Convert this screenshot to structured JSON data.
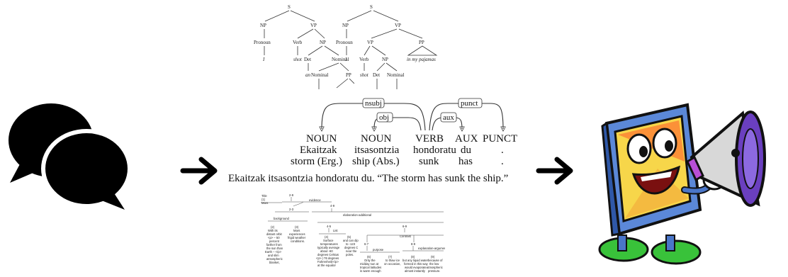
{
  "left_icon": "speech-bubbles-icon",
  "right_icon": "megaphone-computer-icon",
  "arrow_icon": "right-arrow-icon",
  "const_tree_1": {
    "S": "S",
    "NP": "NP",
    "VP": "VP",
    "Pronoun": "Pronoun",
    "Verb": "Verb",
    "NP2": "NP",
    "I": "I",
    "shot": "shot",
    "Det": "Det",
    "Nominal": "Nominal",
    "an": "an",
    "Nominal2": "Nominal",
    "PP": "PP"
  },
  "const_tree_2": {
    "S": "S",
    "NP": "NP",
    "VP": "VP",
    "Pronoun": "Pronoun",
    "VP2": "VP",
    "PP": "PP",
    "I": "I",
    "Verb": "Verb",
    "NP2": "NP",
    "in_my_pajamas": "in my pajamas",
    "shot": "shot",
    "Det": "Det",
    "Nominal": "Nominal"
  },
  "dependency": {
    "arcs": [
      "nsubj",
      "obj",
      "punct",
      "aux"
    ],
    "tokens": [
      {
        "pos": "NOUN",
        "word": "Ekaitzak",
        "gloss": "storm (Erg.)"
      },
      {
        "pos": "NOUN",
        "word": "itsasontzia",
        "gloss": "ship (Abs.)"
      },
      {
        "pos": "VERB",
        "word": "hondoratu",
        "gloss": "sunk"
      },
      {
        "pos": "AUX",
        "word": "du",
        "gloss": "has"
      },
      {
        "pos": "PUNCT",
        "word": ".",
        "gloss": "."
      }
    ],
    "sentence": "Ekaitzak itsasontzia hondoratu du. “The storm has sunk the ship.”"
  },
  "rst": {
    "title": "Title",
    "title_num": "(1)",
    "title_word": "Mars",
    "span_top": "2-9",
    "rel_evidence": "evidence",
    "span_2_3": "2-3",
    "span_4_9": "4-9",
    "rel_background": "background",
    "rel_elab": "elaboration-additional",
    "seg2": [
      "(2)",
      "With its",
      "distant orbit",
      "<p> – 50",
      "percent",
      "farther from",
      "the sun than",
      "Earth – </p>",
      "and slim",
      "atmospheric",
      "blanket,"
    ],
    "seg3": [
      "(3)",
      "Mars",
      "experiences",
      "frigid weather",
      "conditions."
    ],
    "span_4_5": "4-5",
    "rel_list": "List",
    "span_6_9": "6-9",
    "rel_contrast": "Contrast",
    "seg4": [
      "(4)",
      "Surface",
      "temperatures",
      "typically average",
      "about -60",
      "degrees Celsius",
      "<p> (-76 degrees",
      "Fahrenheit)</p>",
      "at the equator"
    ],
    "seg5": [
      "(5)",
      "and can dip",
      "to -123",
      "degrees C",
      "near the",
      "poles."
    ],
    "span_6_7": "6-7",
    "span_8_9": "8-9",
    "rel_purpose": "purpose",
    "rel_expl": "explanation-argumentative",
    "seg6": [
      "(6)",
      "Only the",
      "midday sun at",
      "tropical latitudes",
      "is warm enough"
    ],
    "seg7": [
      "(7)",
      "to thaw ice",
      "on occasion,"
    ],
    "seg8": [
      "(8)",
      "but any liquid water",
      "formed in this way",
      "would evaporate",
      "almost instantly"
    ],
    "seg9": [
      "(9)",
      "because of",
      "the low",
      "atmospheric",
      "pressure."
    ]
  }
}
